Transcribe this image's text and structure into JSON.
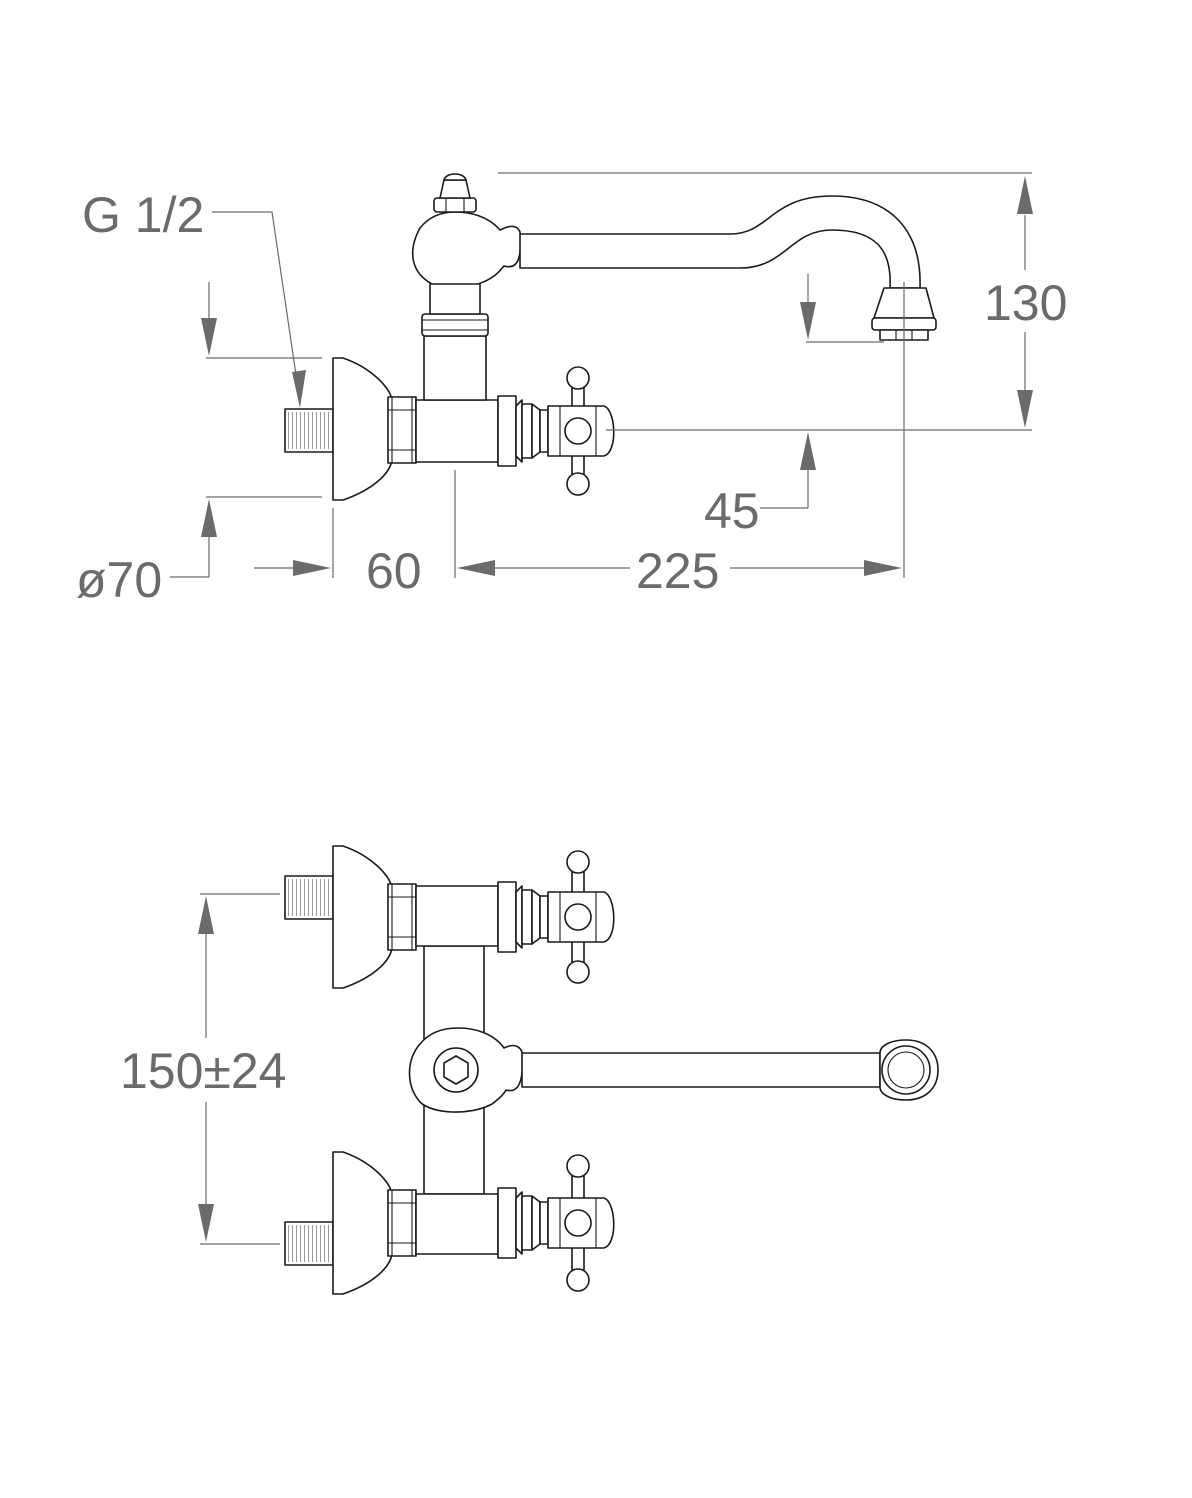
{
  "dimensions": {
    "thread": "G 1/2",
    "height": "130",
    "spout_drop": "45",
    "flange_diameter": "ø70",
    "body_depth": "60",
    "spout_reach": "225",
    "center_distance": "150±24"
  },
  "colors": {
    "line": "#1a1a1a",
    "dimension": "#6b6b6b",
    "hidden": "#c8c8c8",
    "background": "#ffffff"
  }
}
